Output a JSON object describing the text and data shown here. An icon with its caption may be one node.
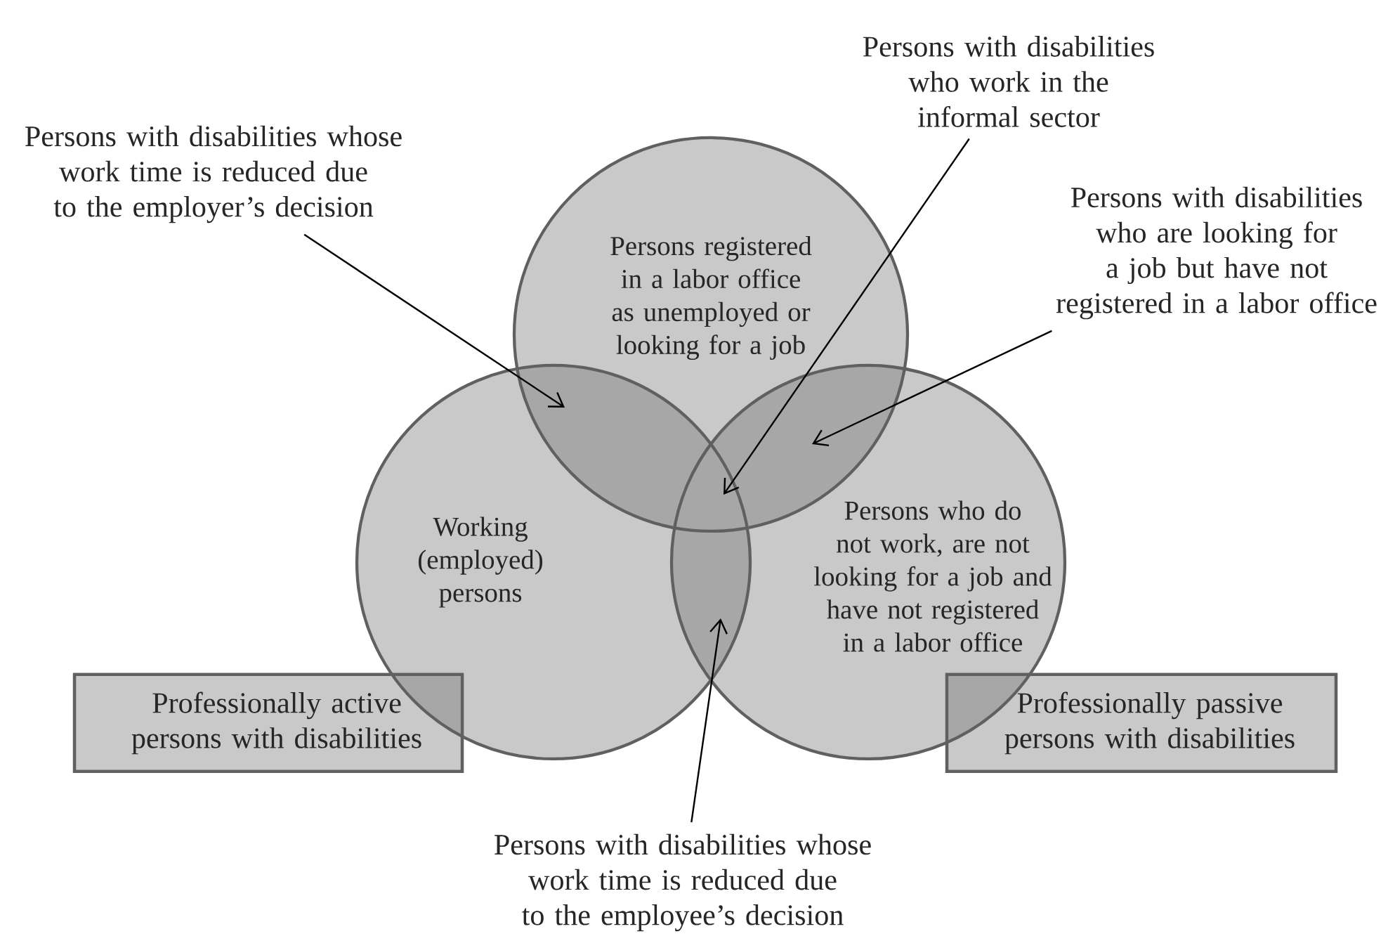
{
  "diagram": {
    "nodes": [
      {
        "text": [
          "Persons registered in a labor office as unemployed or looking for a job"
        ]
      },
      {
        "text": [
          "Working (employed) persons"
        ]
      },
      {
        "text": [
          "Persons who do not work, are not looking for a job and have not registered in a labor office"
        ]
      },
      {
        "text": [
          "Professionally active persons with disabilities"
        ]
      },
      {
        "text": [
          "Professionally passive persons with disabilities"
        ]
      },
      {
        "text": [
          "Persons with disabilities whose work time is reduced due to the employer’s decision"
        ]
      },
      {
        "text": [
          "Persons with disabilities who work in the informal sector"
        ]
      },
      {
        "text": [
          "Persons with disabilities who are looking for a job but have not registered in a labor office"
        ]
      },
      {
        "text": [
          "Persons with disabilities whose work time is reduced due to the employee’s decision"
        ]
      },
      {
        "text": [],
        "shape": "lens"
      },
      {
        "text": [],
        "shape": "lens"
      },
      {
        "text": [],
        "shape": "lens"
      },
      {
        "text": [],
        "shape": "lens"
      }
    ],
    "edges": [
      {
        "from": 5,
        "to": 9,
        "arrow": "to"
      },
      {
        "from": 6,
        "to": 10,
        "arrow": "to"
      },
      {
        "from": 7,
        "to": 11,
        "arrow": "to"
      },
      {
        "from": 8,
        "to": 12,
        "arrow": "to"
      }
    ]
  }
}
